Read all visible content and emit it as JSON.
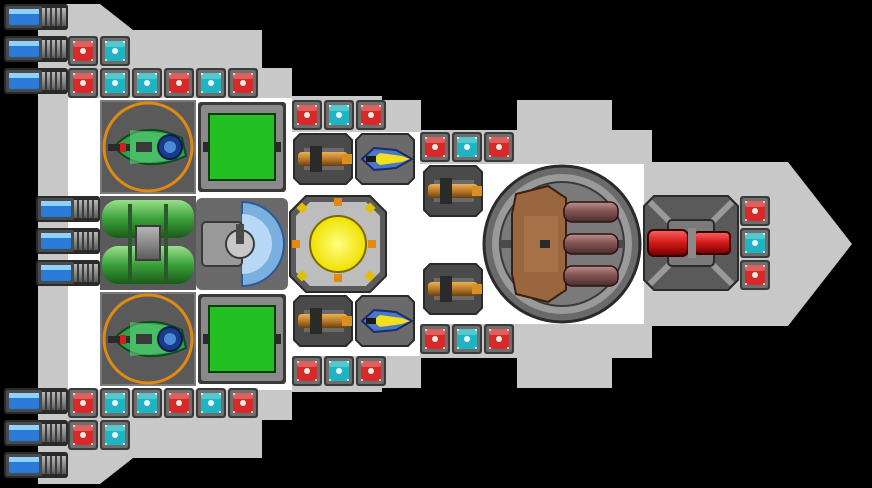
{
  "scene": {
    "type": "spaceship-top-down-sprite",
    "colors": {
      "space": "#000000",
      "hull_outer": "#c8c8c8",
      "hull_inner": "#ffffff",
      "module_red": "#d42a2a",
      "module_cyan": "#1fb3c4",
      "module_frame": "#6e6e6e",
      "green_panel": "#22c022",
      "reactor_core": "#f4f400",
      "missile_bronze": "#9a6640",
      "thruster_blue": "#2a7ad8",
      "accent_orange": "#e08a10",
      "drone_green": "#2fa04a"
    },
    "modules": {
      "top_rows": [
        [
          "red",
          "cyan"
        ],
        [
          "red",
          "cyan",
          "cyan",
          "red",
          "cyan",
          "red"
        ]
      ],
      "bottom_rows": [
        [
          "red",
          "cyan",
          "cyan",
          "red",
          "cyan",
          "red"
        ],
        [
          "red",
          "cyan"
        ]
      ],
      "upper_mid_row": [
        "red",
        "cyan",
        "red"
      ],
      "lower_mid_row": [
        "red",
        "cyan",
        "red"
      ],
      "upper_fore_row": [
        "red",
        "cyan",
        "red"
      ],
      "lower_fore_row": [
        "red",
        "cyan",
        "red"
      ],
      "nose_column": [
        "red",
        "cyan",
        "red"
      ]
    },
    "thrusters": {
      "rear_top_count": 3,
      "rear_mid_count": 3,
      "rear_bottom_count": 3
    },
    "icons": [
      "thruster-icon",
      "red-module-icon",
      "cyan-module-icon",
      "drone-bay-icon",
      "green-panel-icon",
      "reactor-icon",
      "gunpod-icon",
      "missile-pod-icon",
      "heavy-turret-icon",
      "red-cannon-icon"
    ]
  }
}
